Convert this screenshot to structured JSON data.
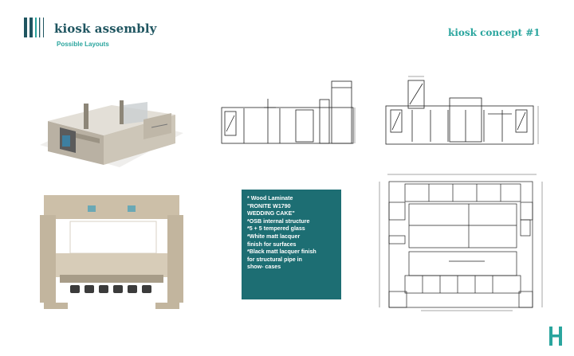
{
  "header": {
    "title": "kiosk assembly",
    "subtitle": "Possible Layouts",
    "concept": "kiosk concept #1"
  },
  "spec": {
    "lines": [
      "* Wood Laminate",
      "\"RONITE W1790",
      "WEDDING CAKE\"",
      "*OSB internal structure",
      "*5 + 5 tempered glass",
      "*White matt lacquer",
      "finish  for surfaces",
      "*Black matt lacquer finish",
      "for structural pipe in",
      "show-  cases"
    ]
  },
  "colors": {
    "brand_dark": "#1f5560",
    "brand_teal": "#2aa59e",
    "spec_box": "#1d6e73"
  }
}
